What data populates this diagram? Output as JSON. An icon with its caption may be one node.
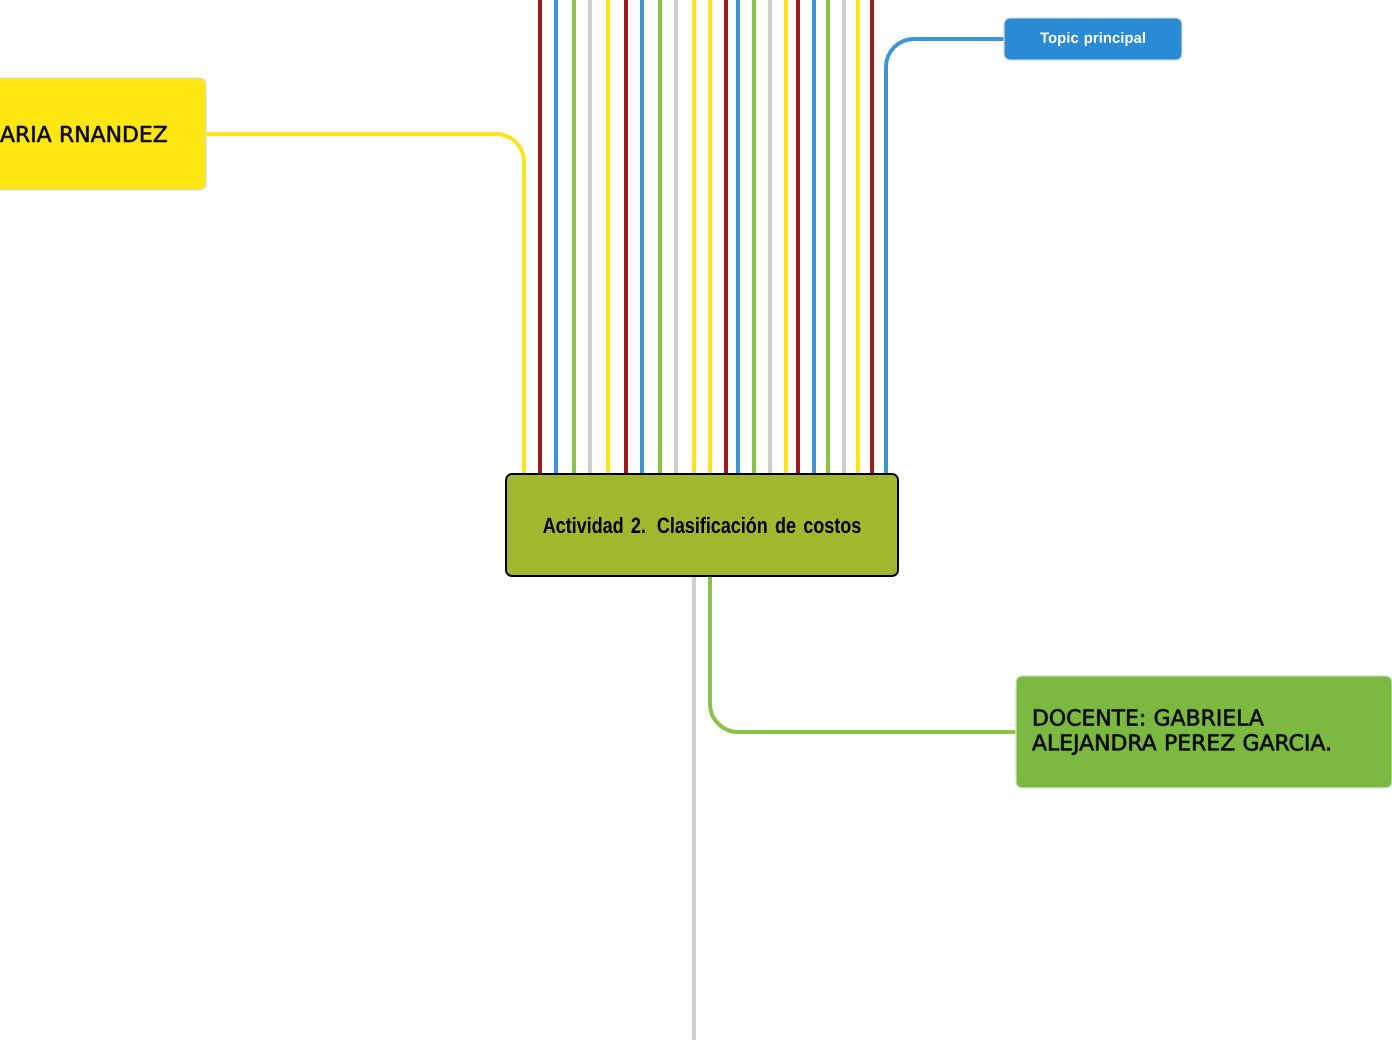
{
  "diagram": {
    "nodes": [
      {
        "text": [
          "Actividad 2. Clasificación de costos"
        ]
      },
      {
        "text": [
          "ARIA RNANDEZ"
        ]
      },
      {
        "text": [
          "Topic principal"
        ]
      },
      {
        "text": [
          "DOCENTE: GABRIELA ALEJANDRA PEREZ GARCIA."
        ]
      }
    ],
    "edges": [
      {
        "from": 0,
        "to": 1,
        "arrow": "none",
        "color": "#ffe31a"
      },
      {
        "from": 0,
        "to": 2,
        "arrow": "none",
        "color": "#3d94d8"
      },
      {
        "from": 0,
        "to": 3,
        "arrow": "none",
        "color": "#8bc34a"
      },
      {
        "from": 0,
        "to": null,
        "arrow": "none",
        "color": "#cfcfcf"
      },
      {
        "from": 0,
        "to": null,
        "arrow": "none",
        "color": "#9b1c1c"
      },
      {
        "from": 0,
        "to": null,
        "arrow": "none",
        "color": "#3d94d8"
      },
      {
        "from": 0,
        "to": null,
        "arrow": "none",
        "color": "#8bc34a"
      },
      {
        "from": 0,
        "to": null,
        "arrow": "none",
        "color": "#cfcfcf"
      },
      {
        "from": 0,
        "to": null,
        "arrow": "none",
        "color": "#ffe31a"
      },
      {
        "from": 0,
        "to": null,
        "arrow": "none",
        "color": "#9b1c1c"
      },
      {
        "from": 0,
        "to": null,
        "arrow": "none",
        "color": "#3d94d8"
      },
      {
        "from": 0,
        "to": null,
        "arrow": "none",
        "color": "#8bc34a"
      },
      {
        "from": 0,
        "to": null,
        "arrow": "none",
        "color": "#cfcfcf"
      },
      {
        "from": 0,
        "to": null,
        "arrow": "none",
        "color": "#ffe31a"
      },
      {
        "from": 0,
        "to": null,
        "arrow": "none",
        "color": "#ffe31a"
      },
      {
        "from": 0,
        "to": null,
        "arrow": "none",
        "color": "#9b1c1c"
      },
      {
        "from": 0,
        "to": null,
        "arrow": "none",
        "color": "#3d94d8"
      },
      {
        "from": 0,
        "to": null,
        "arrow": "none",
        "color": "#8bc34a"
      },
      {
        "from": 0,
        "to": null,
        "arrow": "none",
        "color": "#cfcfcf"
      },
      {
        "from": 0,
        "to": null,
        "arrow": "none",
        "color": "#ffe31a"
      },
      {
        "from": 0,
        "to": null,
        "arrow": "none",
        "color": "#9b1c1c"
      },
      {
        "from": 0,
        "to": null,
        "arrow": "none",
        "color": "#3d94d8"
      },
      {
        "from": 0,
        "to": null,
        "arrow": "none",
        "color": "#8bc34a"
      },
      {
        "from": 0,
        "to": null,
        "arrow": "none",
        "color": "#cfcfcf"
      },
      {
        "from": 0,
        "to": null,
        "arrow": "none",
        "color": "#ffe31a"
      },
      {
        "from": 0,
        "to": null,
        "arrow": "none",
        "color": "#9b1c1c"
      }
    ]
  }
}
